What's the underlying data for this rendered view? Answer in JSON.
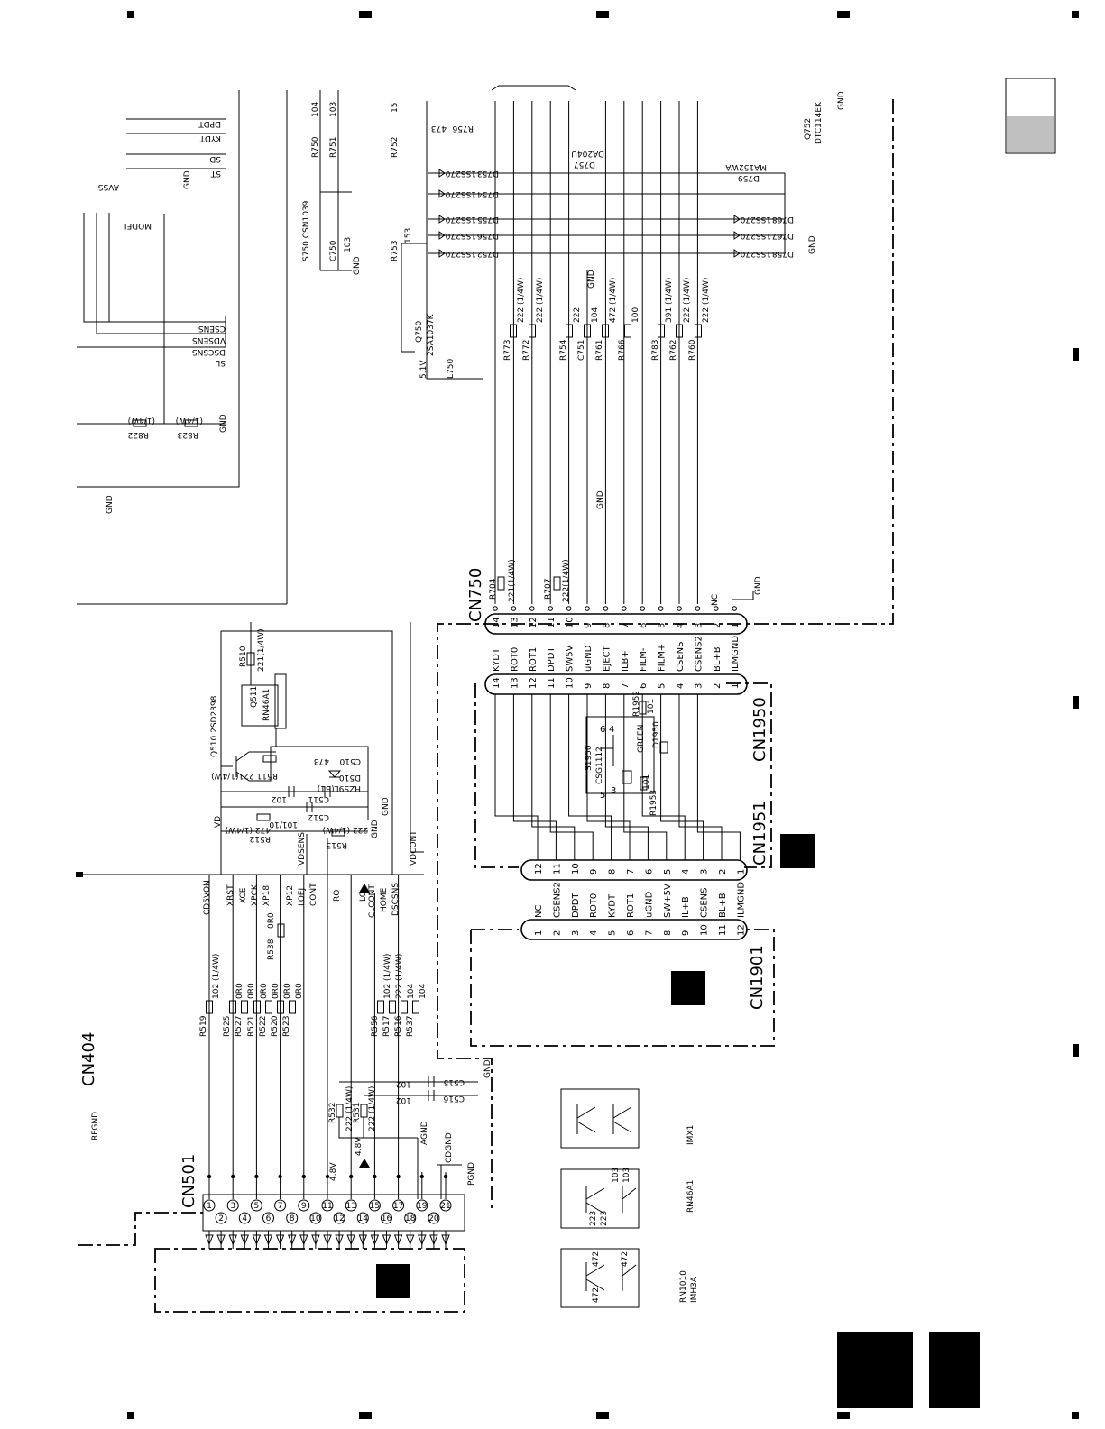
{
  "connectors": {
    "cn404": "CN404",
    "cn501": "CN501",
    "cn750": "CN750",
    "cn1950": "CN1950",
    "cn1951": "CN1951",
    "cn1901": "CN1901"
  },
  "cn501_signals": [
    "CD5VON",
    "XRST",
    "XCE",
    "XPCK",
    "XP18",
    "XP12",
    "LOEJ",
    "CONT",
    "RO",
    "LO",
    "CLCONT",
    "HOME",
    "DSCSNS",
    "VDCONT",
    "VDSENS",
    "VD"
  ],
  "cn750_pins": [
    "14",
    "13",
    "12",
    "11",
    "10",
    "9",
    "8",
    "7",
    "6",
    "5",
    "4",
    "3",
    "2",
    "1"
  ],
  "cn750_nets": [
    "KYDT",
    "ROT0",
    "ROT1",
    "DPDT",
    "SW5V",
    "uGND",
    "EJECT",
    "ILB+",
    "FILM-",
    "FILM+",
    "CSENS",
    "CSENS2",
    "BL+B",
    "ILMGND"
  ],
  "cn1951_pins": [
    "12",
    "11",
    "10",
    "9",
    "8",
    "7",
    "6",
    "5",
    "4",
    "3",
    "2",
    "1"
  ],
  "cn1901_nets": [
    "NC",
    "CSENS2",
    "DPDT",
    "ROT0",
    "KYDT",
    "ROT1",
    "uGND",
    "SW+5V",
    "IL+B",
    "CSENS",
    "BL+B",
    "ILMGND"
  ],
  "cn1901_pins": [
    "1",
    "2",
    "3",
    "4",
    "5",
    "6",
    "7",
    "8",
    "9",
    "10",
    "11",
    "12"
  ],
  "resistors_cn501": [
    {
      "ref": "R519",
      "val": "102 (1/4W)"
    },
    {
      "ref": "R525",
      "val": "0R0"
    },
    {
      "ref": "R527",
      "val": "0R0"
    },
    {
      "ref": "R521",
      "val": "0R0"
    },
    {
      "ref": "R522",
      "val": "0R0"
    },
    {
      "ref": "R520",
      "val": "0R0"
    },
    {
      "ref": "R523",
      "val": "0R0"
    },
    {
      "ref": "R556",
      "val": "102 (1/4W)"
    },
    {
      "ref": "R517",
      "val": "222 (1/4W)"
    },
    {
      "ref": "R516",
      "val": "104"
    },
    {
      "ref": "R537",
      "val": "104"
    }
  ],
  "labels": {
    "gnd": "GND",
    "rfgnd": "RFGND",
    "agnd": "AGND",
    "cdgnd": "CDGND",
    "pgnd": "PGND",
    "nc": "NC",
    "v51": "5.1V",
    "v48a": "4.8V",
    "v48b": "4.8V",
    "green": "GREEN"
  },
  "components": {
    "q510": "Q510  2SD2398",
    "q511": "Q511",
    "q511_part": "RN46A1",
    "r510": "R510",
    "r510_val": "221(1/4W)",
    "r511": "R511  221(1/4W)",
    "c510": "C510",
    "c510_val": "473",
    "d510": "D510",
    "d510_part": "HZS9L(B1)",
    "c511": "C511",
    "c511_val": "102",
    "c512": "C512",
    "c512_val": "101/10",
    "r512": "R512",
    "r512_val": "472 (1/4W)",
    "r513": "R513",
    "r513_val": "222 (1/4W)",
    "r538": "R538",
    "r538_val": "0R0",
    "c515": "C515",
    "c515_val": "102",
    "c516": "C516",
    "c516_val": "102",
    "r532": "R532",
    "r532_val": "222 (1/4W)",
    "r531": "R531",
    "r531_val": "222 (1/4W)",
    "r704": "R704",
    "r704_val": "221(1/4W)",
    "r707": "R707",
    "r707_val": "222(1/4W)",
    "q750": "Q750",
    "q750_part": "2SA1037K",
    "l750": "L750",
    "r753": "R753",
    "r753_val": "153",
    "r752": "R752",
    "r752_val": "15",
    "s750": "S750  CSN1039",
    "c750": "C750",
    "c750_val": "103",
    "r750": "R750",
    "r750_val": "104",
    "r751": "R751",
    "r751_val": "103",
    "r756": "R756",
    "r756_val": "473",
    "d757": "D757",
    "d757_part": "DA204U",
    "q752": "Q752",
    "q752_part": "DTC114EK",
    "d759": "D759",
    "d759_part": "MA152WA",
    "r822": "R822",
    "r822_val": "(1/4W)",
    "r823": "R823",
    "r823_val": "(1/4W)",
    "s1950": "S1950",
    "s1950_part": "CSG1112",
    "d1950": "D1950",
    "r1952": "R1952",
    "r1952_val": "101",
    "r1953": "R1953",
    "r1953_val": "101"
  },
  "cn750_resistors": [
    {
      "ref": "R773",
      "val": "222 (1/4W)"
    },
    {
      "ref": "R772",
      "val": "222 (1/4W)"
    },
    {
      "ref": "R754",
      "val": "222"
    },
    {
      "ref": "C751",
      "val": "104"
    },
    {
      "ref": "R761",
      "val": "472 (1/4W)"
    },
    {
      "ref": "R766",
      "val": "100"
    },
    {
      "ref": "R783",
      "val": "391 (1/4W)"
    },
    {
      "ref": "R762",
      "val": "222 (1/4W)"
    },
    {
      "ref": "R760",
      "val": "222 (1/4W)"
    }
  ],
  "diodes": [
    {
      "ref": "D753",
      "val": "1SS270"
    },
    {
      "ref": "D754",
      "val": "1SS270"
    },
    {
      "ref": "D755",
      "val": "1SS270"
    },
    {
      "ref": "D756",
      "val": "1SS270"
    },
    {
      "ref": "D752",
      "val": "1SS270"
    },
    {
      "ref": "D768",
      "val": "1SS270"
    },
    {
      "ref": "D767",
      "val": "1SS270"
    },
    {
      "ref": "D758",
      "val": "1SS270"
    }
  ],
  "left_signals": [
    "CSENS",
    "VDSENS",
    "DSCSNS",
    "SL",
    "DPDT",
    "KYDT",
    "SD",
    "ST",
    "AVSS",
    "MODEL"
  ],
  "packages": [
    "IMX1",
    "RN46A1",
    "RN1010\nIMH3A"
  ],
  "package_resistors": {
    "rn46a1": [
      "223",
      "223",
      "103",
      "103"
    ],
    "imh3a": [
      "472",
      "472",
      "472"
    ]
  }
}
